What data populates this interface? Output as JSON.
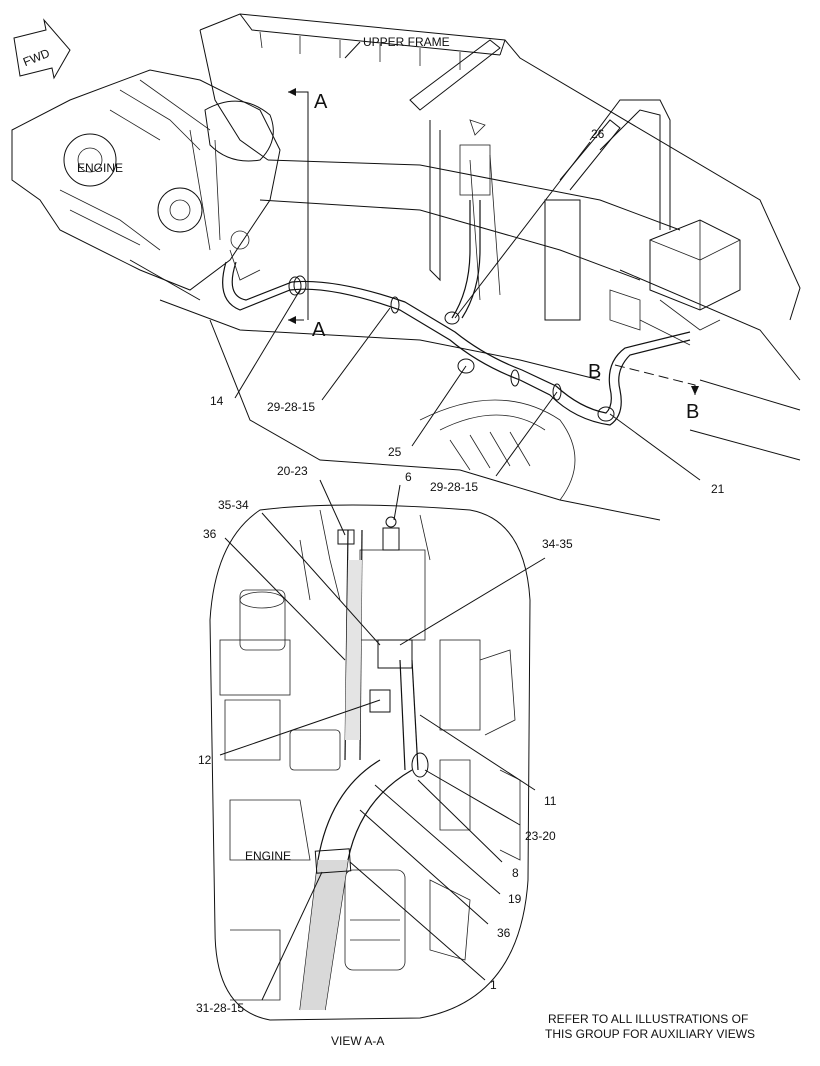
{
  "fwd_arrow": "FWD",
  "labels": {
    "upper_frame": "UPPER FRAME",
    "engine_top": "ENGINE",
    "engine_view": "ENGINE",
    "section_a": "A",
    "section_b": "B",
    "view_title": "VIEW A-A",
    "note_line1": "REFER TO ALL ILLUSTRATIONS OF",
    "note_line2": "THIS GROUP FOR AUXILIARY VIEWS"
  },
  "callouts_top": [
    {
      "id": "c14",
      "text": "14"
    },
    {
      "id": "c29a",
      "text": "29-28-15"
    },
    {
      "id": "c25",
      "text": "25"
    },
    {
      "id": "c26",
      "text": "26"
    },
    {
      "id": "c29b",
      "text": "29-28-15"
    },
    {
      "id": "c21",
      "text": "21"
    }
  ],
  "callouts_view": [
    {
      "id": "v2023",
      "text": "20-23"
    },
    {
      "id": "v6",
      "text": "6"
    },
    {
      "id": "v3534",
      "text": "35-34"
    },
    {
      "id": "v36a",
      "text": "36"
    },
    {
      "id": "v3435",
      "text": "34-35"
    },
    {
      "id": "v12",
      "text": "12"
    },
    {
      "id": "v11",
      "text": "11"
    },
    {
      "id": "v2320",
      "text": "23-20"
    },
    {
      "id": "v8",
      "text": "8"
    },
    {
      "id": "v19",
      "text": "19"
    },
    {
      "id": "v36b",
      "text": "36"
    },
    {
      "id": "v1",
      "text": "1"
    },
    {
      "id": "v312815",
      "text": "31-28-15"
    }
  ]
}
